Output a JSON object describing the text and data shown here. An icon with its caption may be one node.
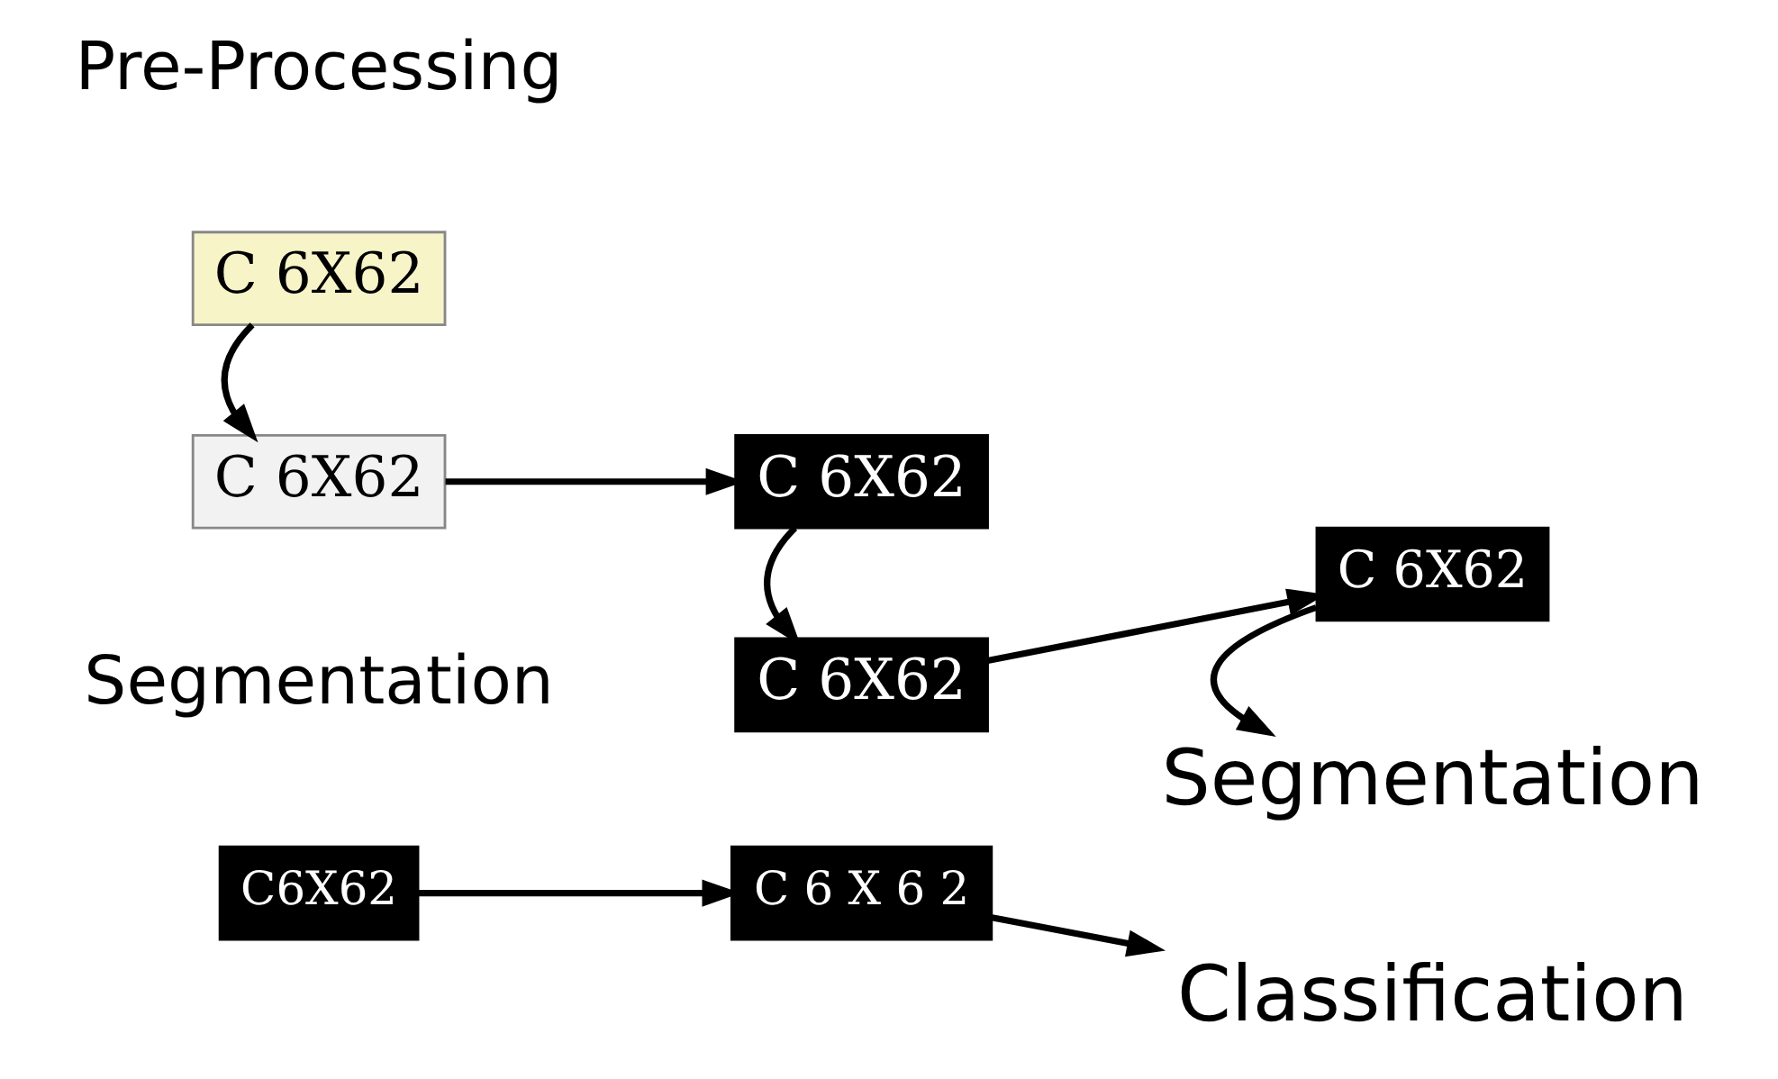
{
  "diagram": {
    "nodes": [
      {
        "text": [
          "C 6X62"
        ]
      },
      {
        "text": [
          "C 6X62"
        ]
      },
      {
        "text": [
          "C 6X62"
        ]
      },
      {
        "text": [
          "C 6X62"
        ]
      },
      {
        "text": [
          "C 6X62"
        ]
      },
      {
        "text": [
          "Segmentation"
        ]
      },
      {
        "text": [
          "C6X62"
        ]
      },
      {
        "text": [
          "C 6 X 6 2"
        ]
      },
      {
        "text": [
          "Classification"
        ]
      }
    ],
    "edges": [
      {
        "from": 0,
        "to": 1,
        "arrow": "to"
      },
      {
        "from": 1,
        "to": 2,
        "arrow": "to"
      },
      {
        "from": 2,
        "to": 3,
        "arrow": "to"
      },
      {
        "from": 3,
        "to": 4,
        "arrow": "to"
      },
      {
        "from": 4,
        "to": 5,
        "arrow": "to"
      },
      {
        "from": 6,
        "to": 7,
        "arrow": "to"
      },
      {
        "from": 7,
        "to": 8,
        "arrow": "to"
      }
    ],
    "labels": [
      "Pre-Processing",
      "Segmentation"
    ]
  }
}
